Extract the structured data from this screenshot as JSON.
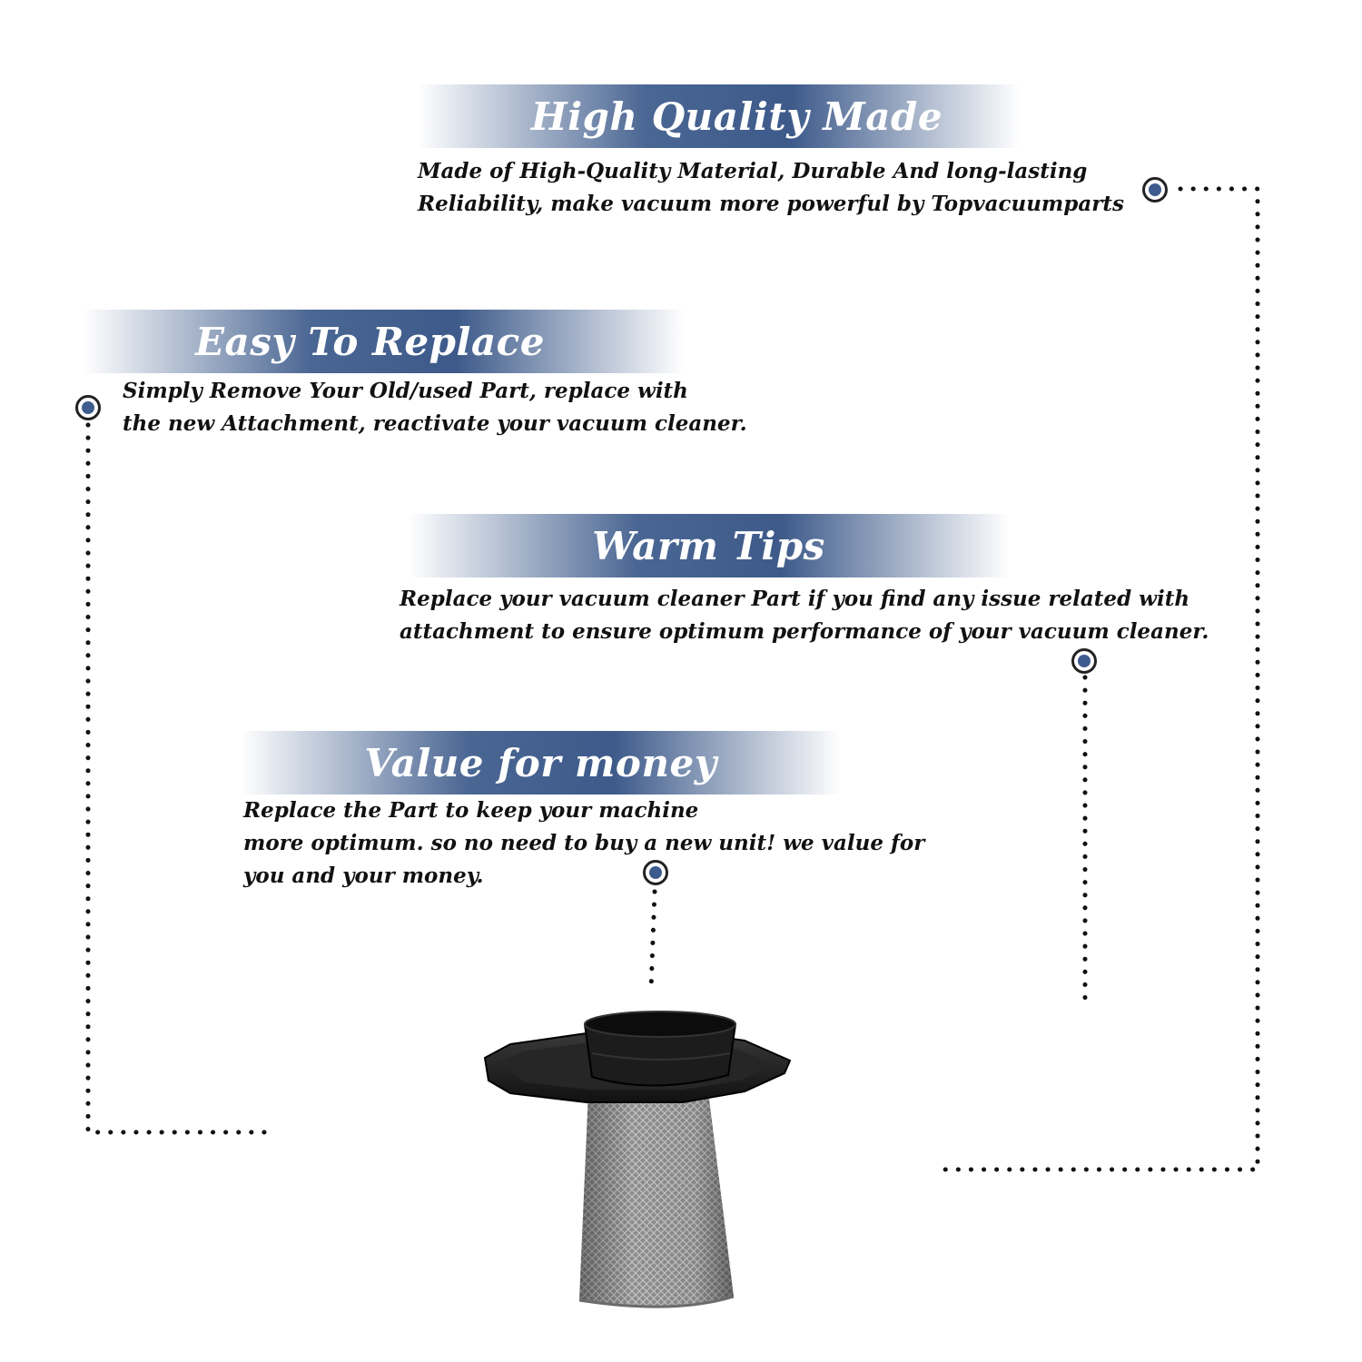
{
  "sections": [
    {
      "title": "High Quality Made",
      "lines": [
        "Made of  High-Quality Material, Durable And long-lasting",
        "Reliability, make vacuum more powerful by Topvacuumparts"
      ]
    },
    {
      "title": "Easy To Replace",
      "lines": [
        "Simply Remove Your Old/used Part, replace with",
        "the new Attachment, reactivate your vacuum cleaner."
      ]
    },
    {
      "title": "Warm Tips",
      "lines": [
        "Replace your vacuum cleaner Part if you find any issue related with",
        " attachment to ensure optimum performance of your vacuum cleaner."
      ]
    },
    {
      "title": "Value for money",
      "lines": [
        "Replace the Part to keep your machine",
        "more optimum. so no need to buy a new unit! we value for",
        "you and your money."
      ]
    }
  ],
  "colors": {
    "banner_blue": "#3d5a8a",
    "marker_blue": "#3e5b8e",
    "text": "#111111"
  },
  "product": {
    "icon": "vacuum-filter-image"
  }
}
